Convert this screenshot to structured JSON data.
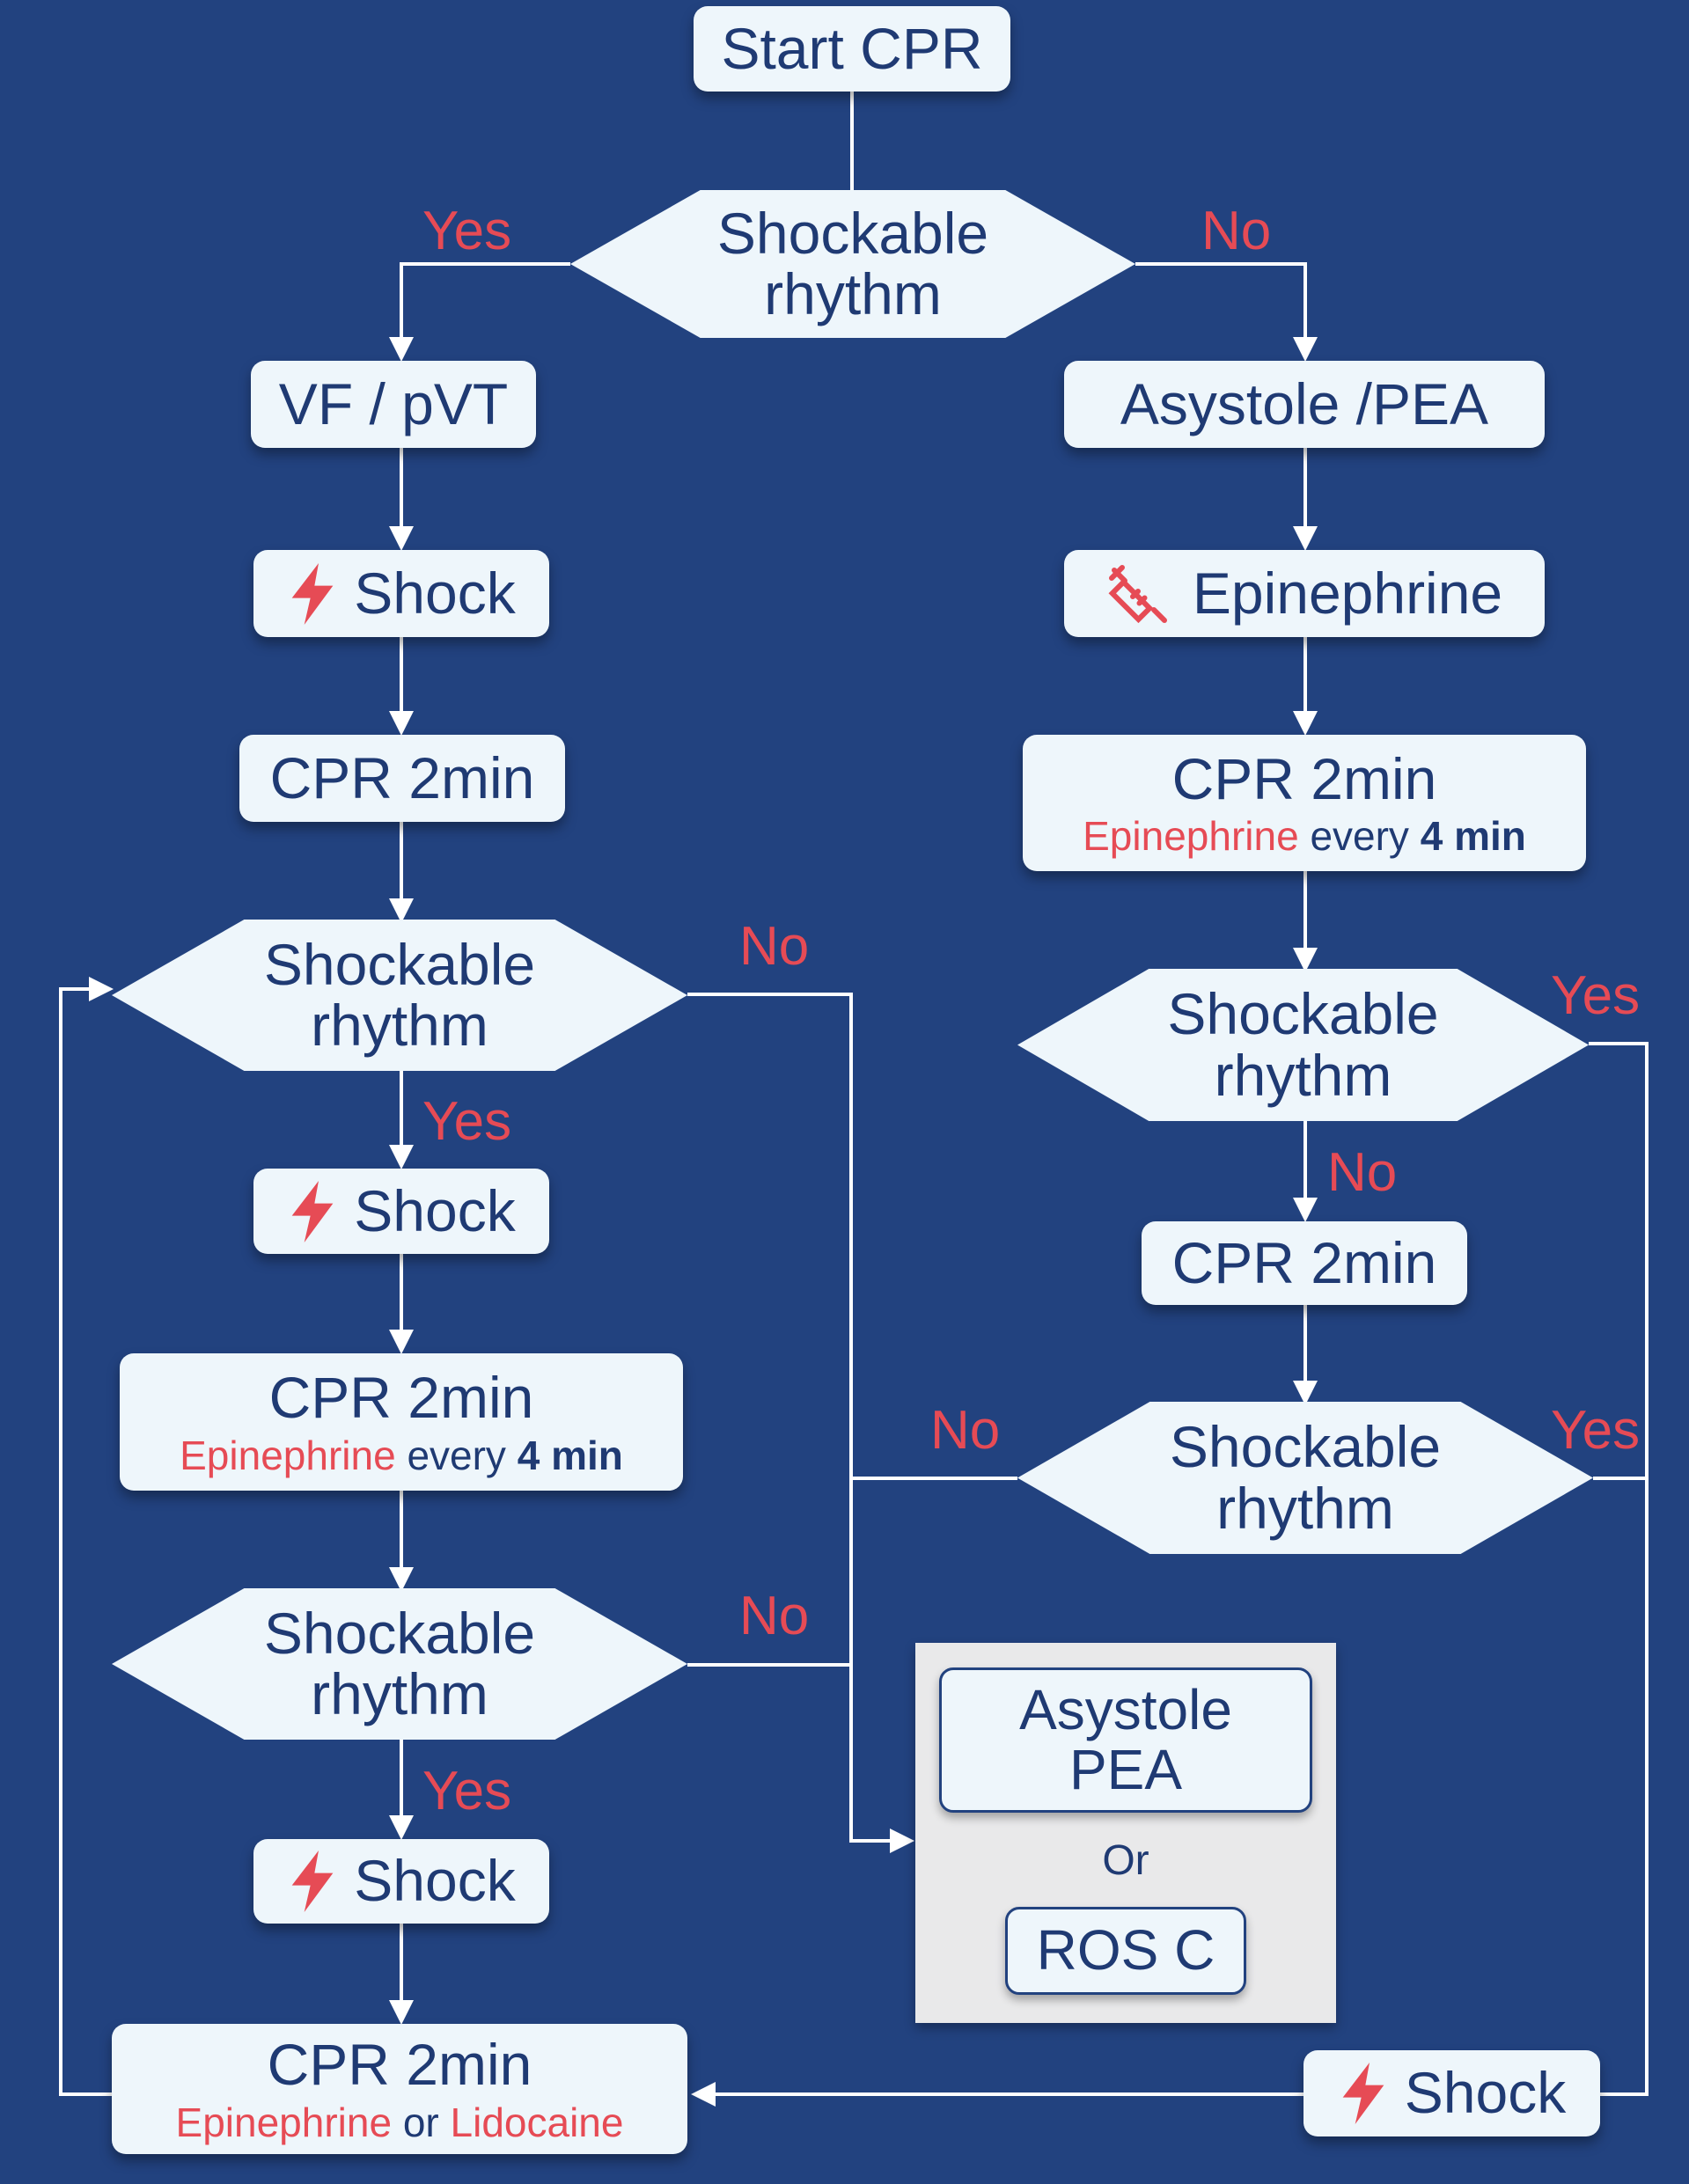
{
  "start": "Start CPR",
  "decisions": {
    "d1": [
      "Shockable",
      "rhythm"
    ],
    "d2": [
      "Shockable",
      "rhythm"
    ],
    "d3": [
      "Shockable",
      "rhythm"
    ],
    "d4": [
      "Shockable",
      "rhythm"
    ],
    "d5": [
      "Shockable",
      "rhythm"
    ]
  },
  "left": {
    "vf": "VF / pVT",
    "shock1": "Shock",
    "cpr1": "CPR 2min",
    "shock2": "Shock",
    "cpr2": {
      "title": "CPR 2min",
      "drug": "Epinephrine",
      "every": "every",
      "interval": "4 min"
    },
    "shock3": "Shock",
    "cpr3": {
      "title": "CPR 2min",
      "drug1": "Epinephrine",
      "or": "or",
      "drug2": "Lidocaine"
    }
  },
  "right": {
    "asystole": "Asystole /PEA",
    "epi": "Epinephrine",
    "cpr1": {
      "title": "CPR 2min",
      "drug": "Epinephrine",
      "every": "every",
      "interval": "4 min"
    },
    "cpr2": "CPR 2min",
    "shock": "Shock"
  },
  "outcome": {
    "box1": [
      "Asystole",
      "PEA"
    ],
    "or": "Or",
    "box2": "ROS C"
  },
  "labels": {
    "yes": "Yes",
    "no": "No"
  },
  "colors": {
    "background": "#22427f",
    "box": "#eef6fb",
    "text": "#1f3a73",
    "accent": "#e64b55",
    "panel": "#e9e9ea"
  },
  "icons": {
    "shock": "lightning-bolt-icon",
    "epinephrine": "syringe-icon"
  }
}
